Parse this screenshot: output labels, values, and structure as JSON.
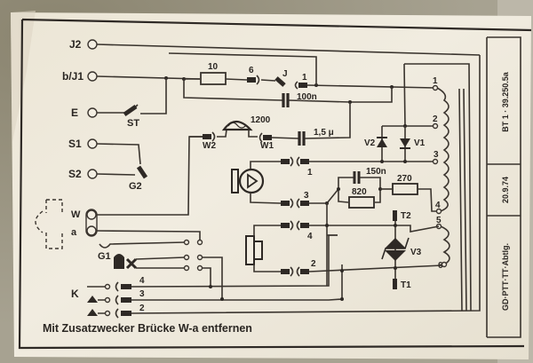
{
  "document": {
    "type": "telephone wiring schematic card",
    "title_block": {
      "drawing_number": "BT 1 · 39.250.5a",
      "date": "20.9.74",
      "department": "GD·PTT·TT·Abtlg."
    },
    "footer_note": "Mit Zusatzwecker Brücke W-a entfernen"
  },
  "terminals": {
    "J2": "J2",
    "bJ1": "b/J1",
    "E": "E",
    "S1": "S1",
    "S2": "S2",
    "W": "W",
    "a": "a",
    "G1": "G1",
    "K": "K"
  },
  "components": {
    "resistor_10": "10",
    "plug_6": "6",
    "switch_J": "J",
    "plug_1_top": "1",
    "cap_100n": "100n",
    "ringer_1200": "1200",
    "cap_1_5u": "1,5 μ",
    "plug_W2": "W2",
    "plug_W1": "W1",
    "switch_ST": "ST",
    "switch_G2": "G2",
    "receiver_plug_1": "1",
    "cap_150n": "150n",
    "resistor_820": "820",
    "resistor_270": "270",
    "mic_plug_3": "3",
    "mic_plug_4": "4",
    "mic_plug_2": "2",
    "diode_V1": "V1",
    "diode_V2": "V2",
    "varistor_V3": "V3",
    "T1": "T1",
    "T2": "T2",
    "K_line_4": "4",
    "K_line_3": "3",
    "K_line_2": "2"
  },
  "transformer_taps": [
    "1",
    "2",
    "3",
    "4",
    "5",
    "6"
  ]
}
